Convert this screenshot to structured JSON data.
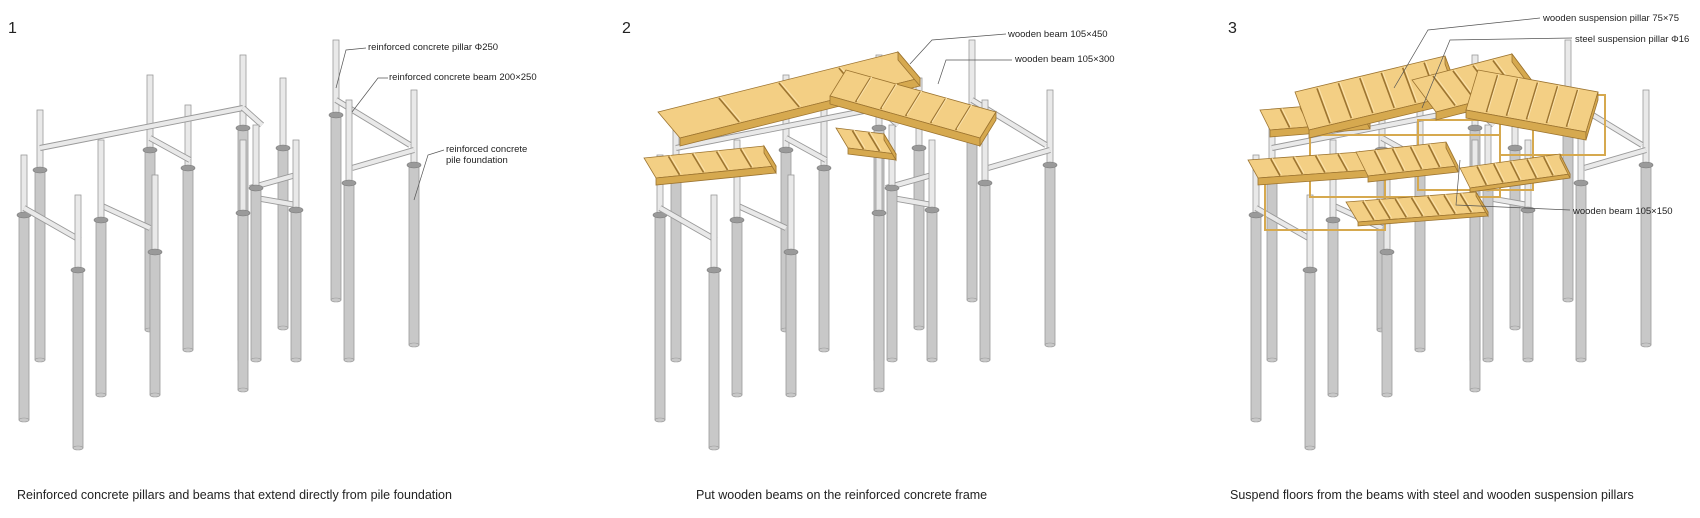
{
  "panels": [
    {
      "number": "1",
      "caption": "Reinforced concrete pillars and beams that extend directly from pile foundation",
      "callouts": [
        {
          "text": "reinforced concrete pillar Φ250"
        },
        {
          "text": "reinforced concrete beam 200×250"
        },
        {
          "text": "reinforced concrete"
        },
        {
          "text": "pile foundation"
        }
      ]
    },
    {
      "number": "2",
      "caption": "Put wooden beams on the reinforced concrete frame",
      "callouts": [
        {
          "text": "wooden beam 105×450"
        },
        {
          "text": "wooden beam 105×300"
        }
      ]
    },
    {
      "number": "3",
      "caption": "Suspend floors from the beams with steel and wooden suspension pillars",
      "callouts": [
        {
          "text": "wooden suspension pillar 75×75"
        },
        {
          "text": "steel suspension pillar Φ16"
        },
        {
          "text": "wooden beam 105×150"
        }
      ]
    }
  ],
  "colors": {
    "concrete": "#c8c8c8",
    "concrete_dark": "#9a9a9a",
    "concrete_light": "#e9e9e9",
    "wood_top": "#f3cf84",
    "wood_side": "#d6a94f",
    "wood_edge": "#9c7430",
    "leader": "#555555"
  }
}
